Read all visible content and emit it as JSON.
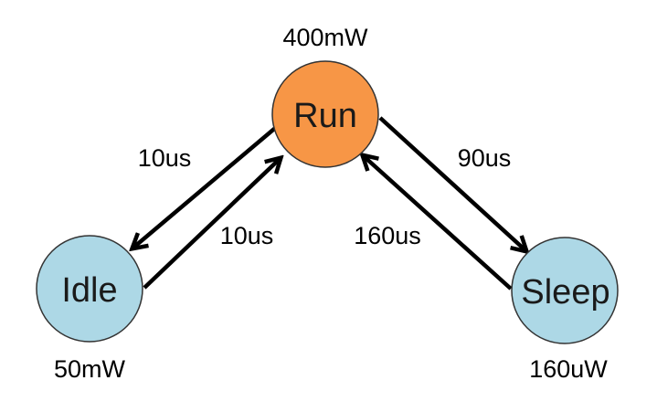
{
  "states": [
    {
      "id": "run",
      "label": "Run",
      "power": "400mW",
      "color": "#F79646"
    },
    {
      "id": "idle",
      "label": "Idle",
      "power": "50mW",
      "color": "#ADD8E6"
    },
    {
      "id": "sleep",
      "label": "Sleep",
      "power": "160uW",
      "color": "#ADD8E6"
    }
  ],
  "transitions": [
    {
      "from": "run",
      "to": "idle",
      "latency": "10us"
    },
    {
      "from": "idle",
      "to": "run",
      "latency": "10us"
    },
    {
      "from": "run",
      "to": "sleep",
      "latency": "90us"
    },
    {
      "from": "sleep",
      "to": "run",
      "latency": "160us"
    }
  ],
  "colors": {
    "stroke": "#000000",
    "arrow": "#000000"
  }
}
